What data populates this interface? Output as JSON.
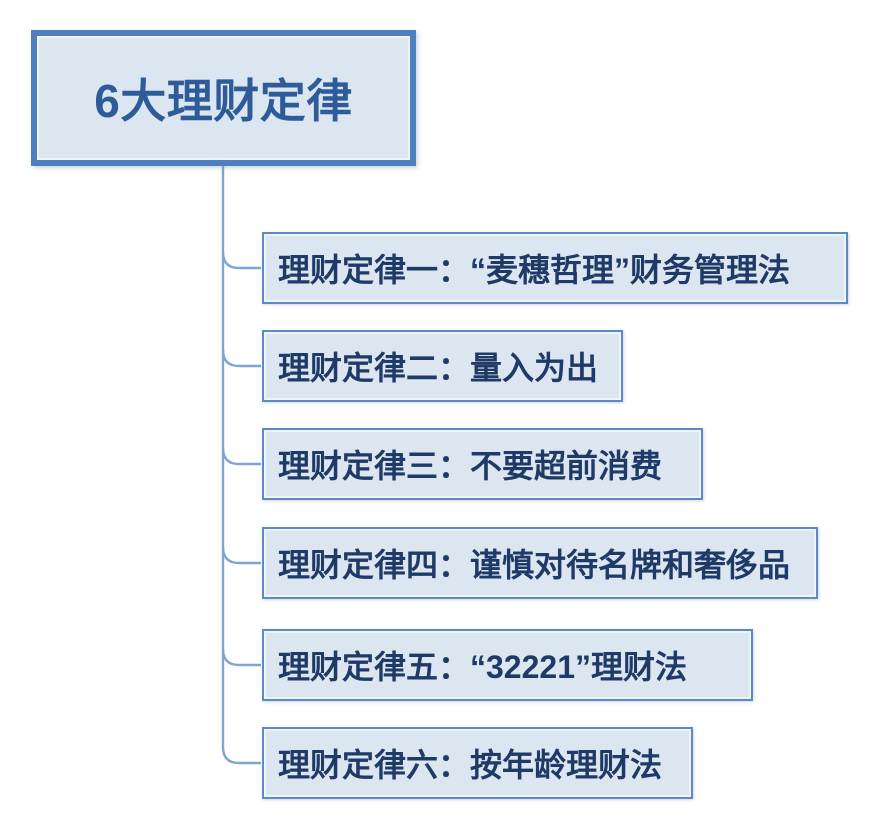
{
  "diagram": {
    "type": "mindmap",
    "root": {
      "label": "6大理财定律"
    },
    "children": [
      {
        "label": "理财定律一：“麦穗哲理”财务管理法"
      },
      {
        "label": "理财定律二：量入为出"
      },
      {
        "label": "理财定律三：不要超前消费"
      },
      {
        "label": "理财定律四：谨慎对待名牌和奢侈品"
      },
      {
        "label": "理财定律五：“32221”理财法"
      },
      {
        "label": "理财定律六：按年龄理财法"
      }
    ],
    "colors": {
      "node_fill": "#dce6f1",
      "root_border": "#4e80bd",
      "child_border": "#5d89c4",
      "connector": "#7ea6d3",
      "root_text": "#2e5c98",
      "child_text": "#1f3a66",
      "background": "#ffffff"
    }
  }
}
